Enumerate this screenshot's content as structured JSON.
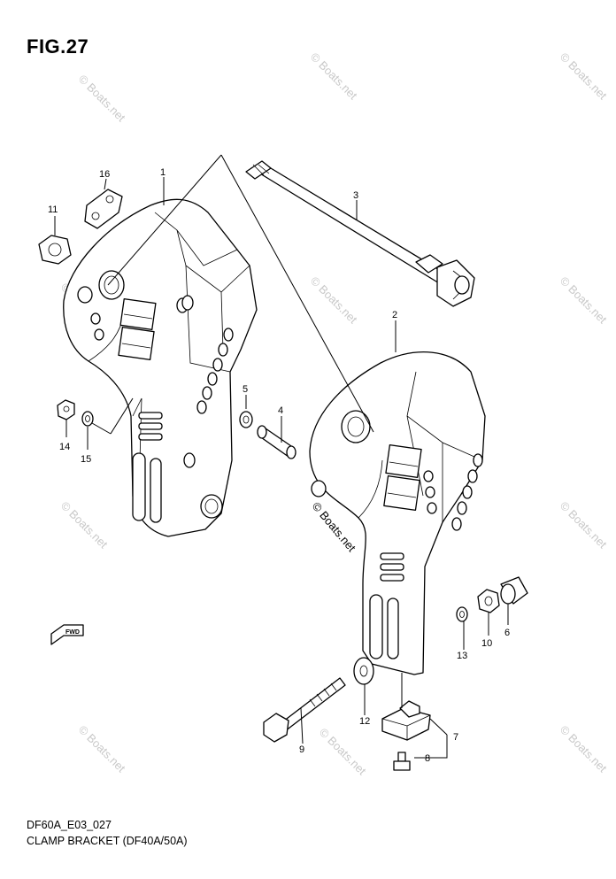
{
  "figure": {
    "title": "FIG.27",
    "code": "DF60A_E03_027",
    "name": "CLAMP BRACKET (DF40A/50A)"
  },
  "callouts": {
    "p1": "1",
    "p2": "2",
    "p3": "3",
    "p4": "4",
    "p5": "5",
    "p6": "6",
    "p7": "7",
    "p8": "8",
    "p9": "9",
    "p10": "10",
    "p11": "11",
    "p12": "12",
    "p13": "13",
    "p14": "14",
    "p15": "15",
    "p16": "16"
  },
  "fwd_label": "FWD",
  "watermark": {
    "text": "© Boats.net",
    "color": "#c9c9c9",
    "highlight_color": "#000000"
  },
  "colors": {
    "line": "#000000",
    "background": "#ffffff"
  }
}
